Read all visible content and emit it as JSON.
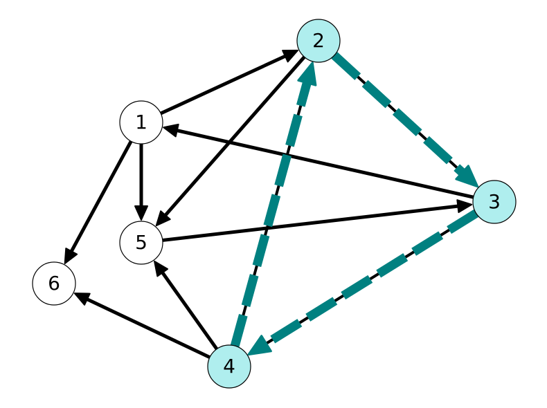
{
  "colors": {
    "edge": "#000000",
    "highlight_edge": "#008080",
    "node_fill": "#ffffff",
    "highlight_node_fill": "#afeeee",
    "node_stroke": "#000000"
  },
  "nodes": [
    {
      "id": "1",
      "label": "1",
      "highlighted": false
    },
    {
      "id": "2",
      "label": "2",
      "highlighted": true
    },
    {
      "id": "3",
      "label": "3",
      "highlighted": true
    },
    {
      "id": "4",
      "label": "4",
      "highlighted": true
    },
    {
      "id": "5",
      "label": "5",
      "highlighted": false
    },
    {
      "id": "6",
      "label": "6",
      "highlighted": false
    }
  ],
  "edges": [
    {
      "from": "1",
      "to": "2",
      "highlighted": false
    },
    {
      "from": "1",
      "to": "5",
      "highlighted": false
    },
    {
      "from": "1",
      "to": "6",
      "highlighted": false
    },
    {
      "from": "2",
      "to": "5",
      "highlighted": false
    },
    {
      "from": "3",
      "to": "1",
      "highlighted": false
    },
    {
      "from": "5",
      "to": "3",
      "highlighted": false
    },
    {
      "from": "4",
      "to": "5",
      "highlighted": false
    },
    {
      "from": "4",
      "to": "6",
      "highlighted": false
    },
    {
      "from": "2",
      "to": "3",
      "highlighted": true
    },
    {
      "from": "3",
      "to": "4",
      "highlighted": true
    },
    {
      "from": "4",
      "to": "2",
      "highlighted": true
    }
  ]
}
